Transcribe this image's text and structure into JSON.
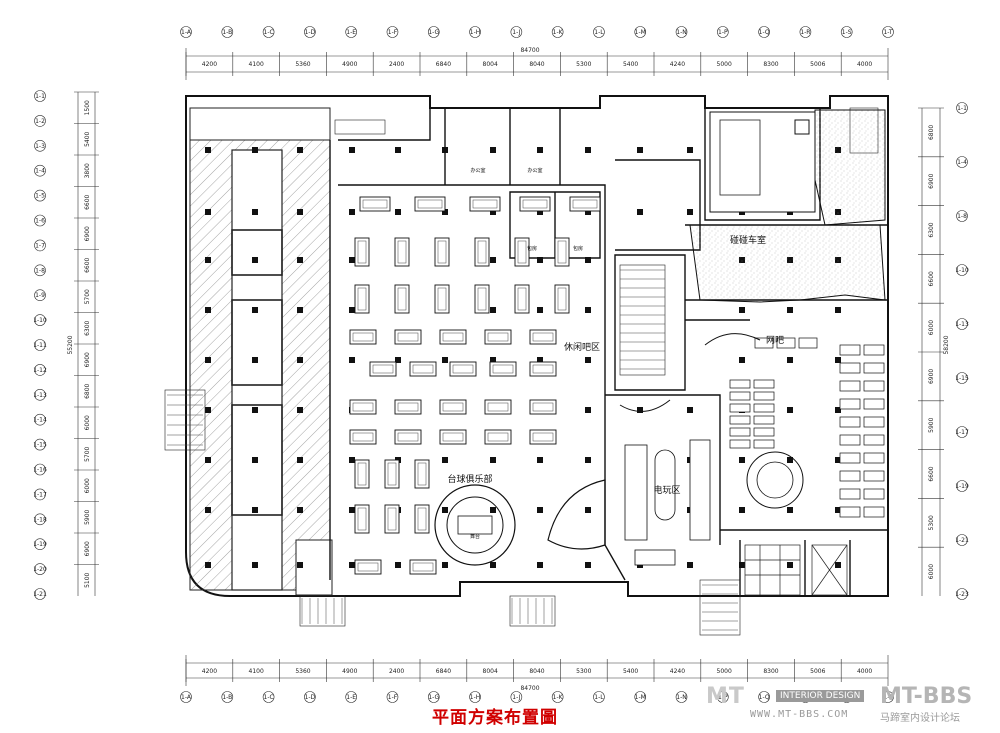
{
  "title": "平面方案布置圖",
  "total_dimension": "84700",
  "side_total_dimension": "58200",
  "side_total_dimension_left": "55200",
  "top_segments": [
    "4200",
    "4100",
    "5360",
    "4900",
    "2400",
    "6840",
    "8004",
    "8040",
    "5300",
    "5400",
    "4240",
    "5000",
    "8300",
    "5006",
    "4000"
  ],
  "bottom_segments": [
    "4200",
    "4100",
    "5360",
    "4900",
    "2400",
    "6840",
    "8004",
    "8040",
    "5300",
    "5400",
    "4240",
    "5000",
    "8300",
    "5006",
    "4000"
  ],
  "left_segments": [
    "1500",
    "5400",
    "3800",
    "6600",
    "6900",
    "6600",
    "5700",
    "6300",
    "6900",
    "6800",
    "6000",
    "5700",
    "6000",
    "5900",
    "6900",
    "5100"
  ],
  "right_segments": [
    "6800",
    "6900",
    "6300",
    "6600",
    "6000",
    "6900",
    "5900",
    "6600",
    "5300",
    "6000"
  ],
  "axis_labels_top": [
    "1-A",
    "1-B",
    "1-C",
    "1-D",
    "1-E",
    "1-F",
    "1-G",
    "1-H",
    "1-J",
    "1-K",
    "1-L",
    "1-M",
    "1-N",
    "1-P",
    "1-Q",
    "1-R",
    "1-S",
    "1-T"
  ],
  "axis_labels_left": [
    "1-1",
    "1-2",
    "1-3",
    "1-4",
    "1-5",
    "1-6",
    "1-7",
    "1-8",
    "1-9",
    "1-10",
    "1-11",
    "1-12",
    "1-13",
    "1-14",
    "1-15",
    "1-16",
    "1-17",
    "1-18",
    "1-19",
    "1-20",
    "1-21"
  ],
  "axis_labels_right": [
    "1-1",
    "1-4",
    "1-8",
    "1-10",
    "1-13",
    "1-15",
    "1-17",
    "1-19",
    "1-21",
    "1-23"
  ],
  "rooms": {
    "billiards_club": "台球俱乐部",
    "leisure_bar": "休闲吧区",
    "bumper_cars": "碰碰车室",
    "internet_cafe": "网吧",
    "toy_area": "电玩区",
    "office_1": "办公室",
    "office_2": "办公室",
    "vip_1": "包房",
    "vip_2": "包房",
    "stage": "舞台"
  },
  "watermark": {
    "mt": "MT",
    "interior": "INTERIOR DESIGN",
    "bbs": "MT-BBS",
    "url": "WWW.MT-BBS.COM",
    "cn": "马蹄室内设计论坛"
  }
}
